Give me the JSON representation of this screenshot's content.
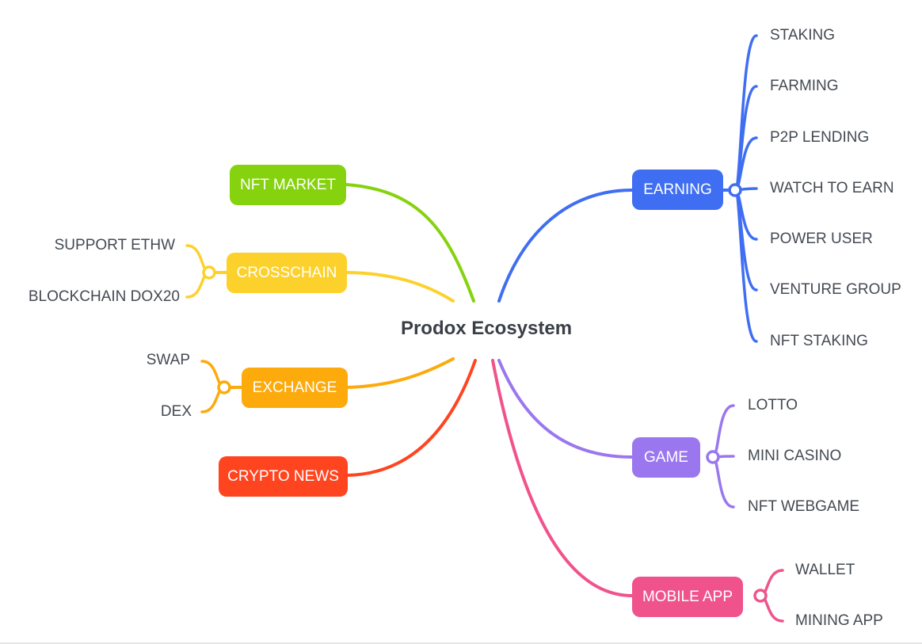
{
  "diagram": {
    "root": {
      "title": "Prodox Ecosystem"
    },
    "branches": [
      {
        "id": "earning",
        "label": "EARNING",
        "color": "#3f6ef2",
        "children": [
          "STAKING",
          "FARMING",
          "P2P LENDING",
          "WATCH TO EARN",
          "POWER USER",
          "VENTURE GROUP",
          "NFT STAKING"
        ]
      },
      {
        "id": "game",
        "label": "GAME",
        "color": "#9b77ef",
        "children": [
          "LOTTO",
          "MINI CASINO",
          "NFT WEBGAME"
        ]
      },
      {
        "id": "mobile",
        "label": "MOBILE APP",
        "color": "#f0538c",
        "children": [
          "WALLET",
          "MINING APP"
        ]
      },
      {
        "id": "nft",
        "label": "NFT MARKET",
        "color": "#86d20e",
        "children": []
      },
      {
        "id": "crosschain",
        "label": "CROSSCHAIN",
        "color": "#fdd12c",
        "children": [
          "SUPPORT ETHW",
          "BLOCKCHAIN DOX20"
        ]
      },
      {
        "id": "exchange",
        "label": "EXCHANGE",
        "color": "#fdaa0c",
        "children": [
          "SWAP",
          "DEX"
        ]
      },
      {
        "id": "news",
        "label": "CRYPTO NEWS",
        "color": "#ff4520",
        "children": []
      }
    ]
  }
}
